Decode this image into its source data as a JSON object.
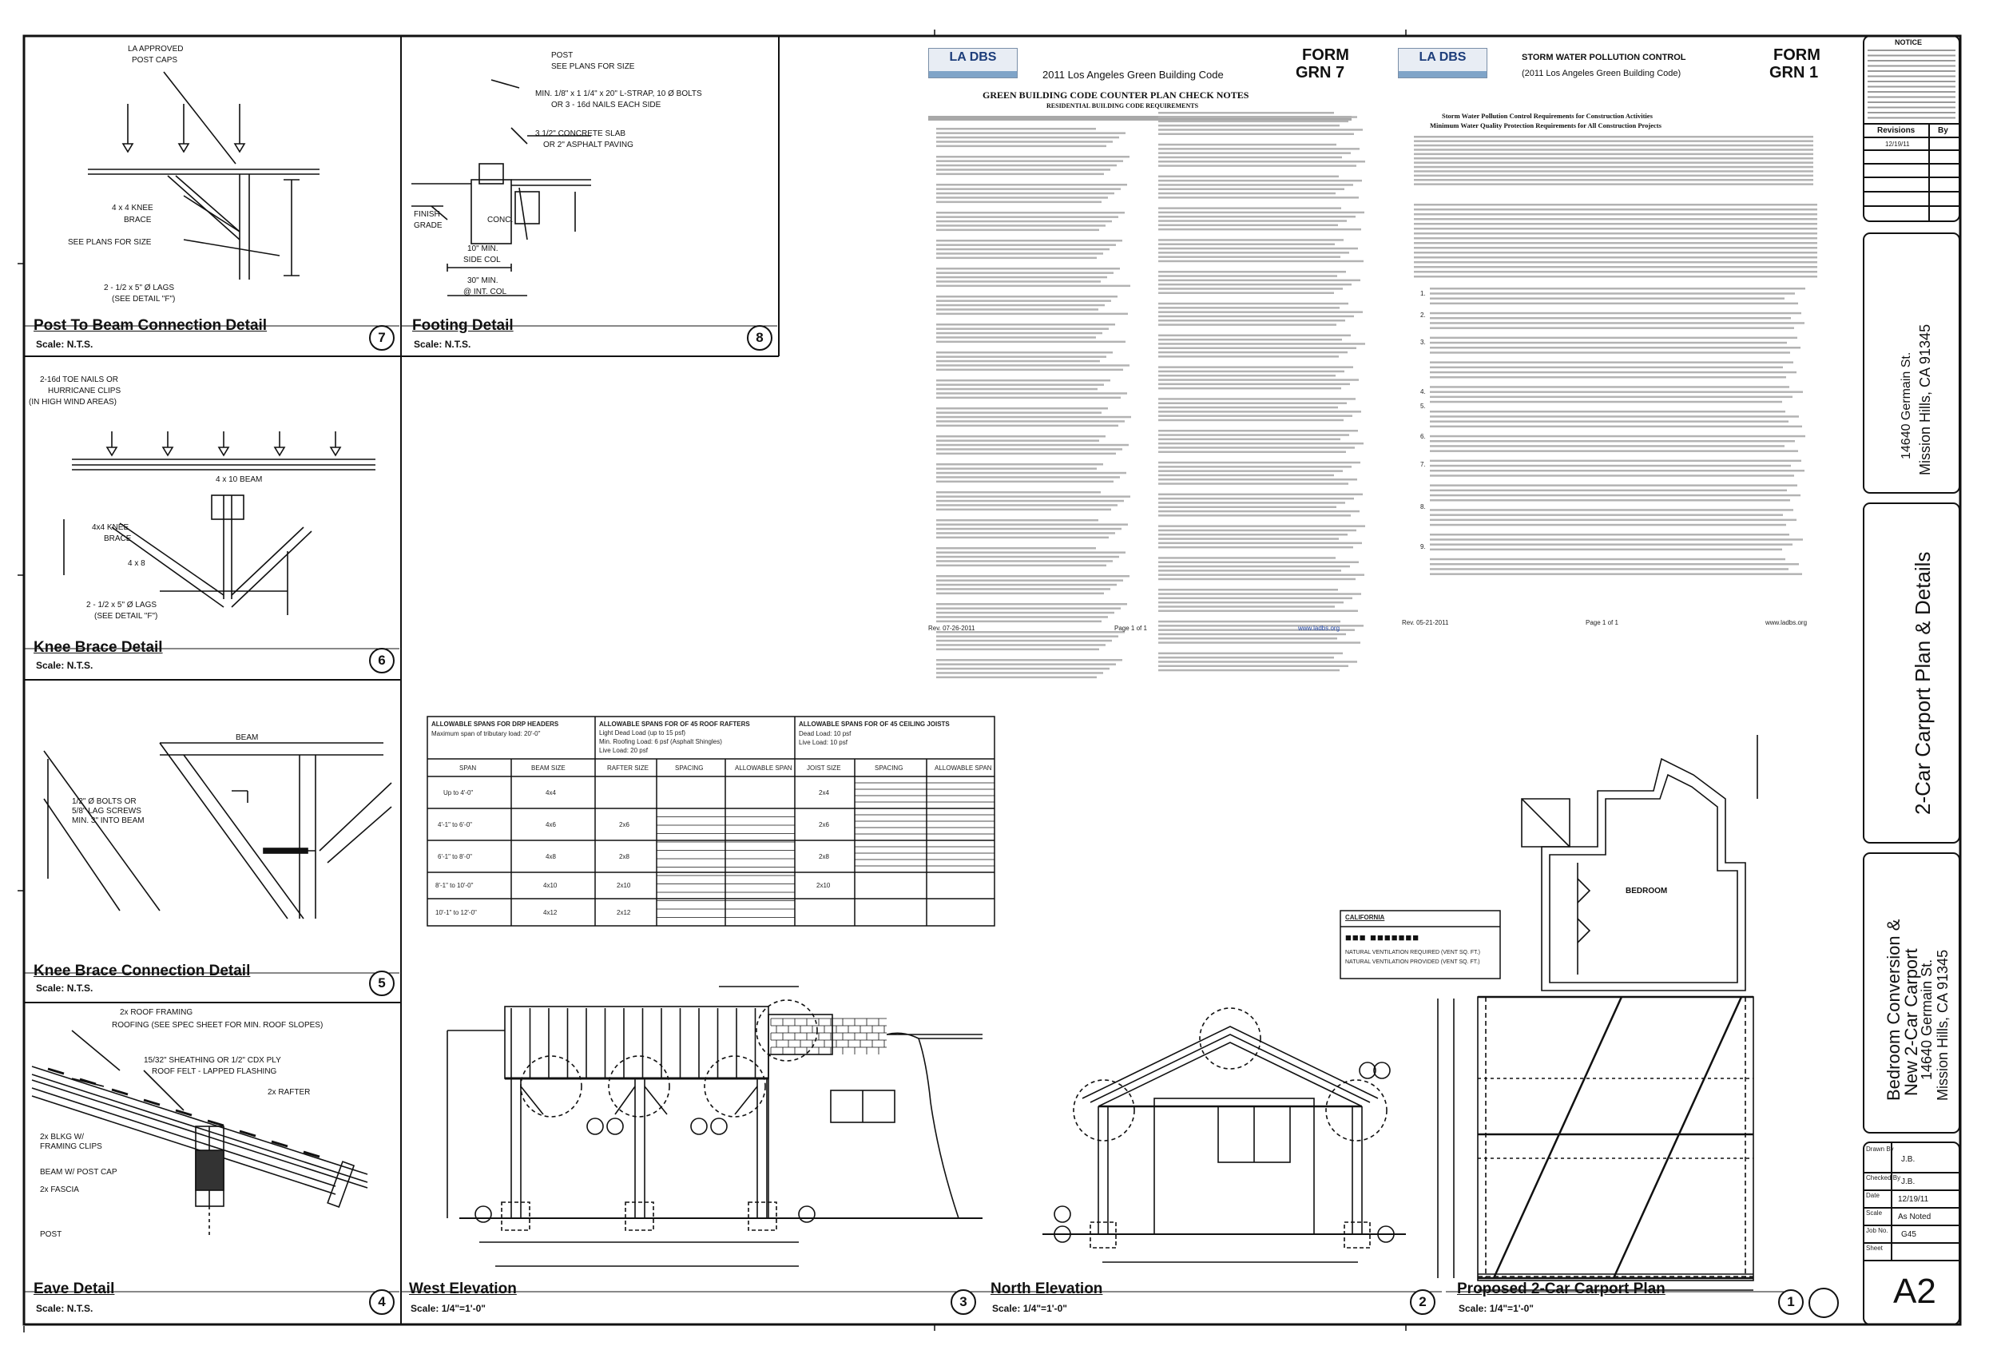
{
  "details": {
    "d7": {
      "title": "Post To Beam Connection Detail",
      "scale": "Scale: N.T.S.",
      "num": "7",
      "notes": [
        "LA APPROVED",
        "POST CAPS",
        "4 x 4 KNEE",
        "BRACE",
        "SEE PLANS FOR SIZE",
        "2 - 1/2 x 5\" Ø LAGS",
        "(SEE DETAIL \"F\")"
      ]
    },
    "d8": {
      "title": "Footing Detail",
      "scale": "Scale: N.T.S.",
      "num": "8",
      "notes": [
        "POST",
        "SEE PLANS FOR SIZE",
        "MIN. 1/8\" x 1 1/4\" x 20\" L-STRAP, 10 Ø BOLTS",
        "OR  3 - 16d NAILS EACH SIDE",
        "3 1/2\" CONCRETE SLAB",
        "OR 2\" ASPHALT PAVING",
        "FINISH",
        "GRADE",
        "CONC.",
        "10\" MIN.",
        "SIDE COL",
        "30\" MIN.",
        "@ INT. COL"
      ]
    },
    "d6": {
      "title": "Knee Brace Detail",
      "scale": "Scale: N.T.S.",
      "num": "6",
      "notes": [
        "2-16d TOE NAILS OR",
        "HURRICANE CLIPS",
        "(IN HIGH WIND AREAS)",
        "4 x 10 BEAM",
        "4x4 KNEE",
        "BRACE",
        "4 x 8",
        "2 - 1/2 x 5\" Ø LAGS",
        "(SEE DETAIL \"F\")"
      ]
    },
    "d5": {
      "title": "Knee Brace Connection Detail",
      "scale": "Scale: N.T.S.",
      "num": "5",
      "notes": [
        "BEAM",
        "1/2\" Ø BOLTS OR",
        "5/8\" LAG SCREWS",
        "MIN. 3\" INTO BEAM"
      ]
    },
    "d4": {
      "title": "Eave Detail",
      "scale": "Scale: N.T.S.",
      "num": "4",
      "notes": [
        "2x ROOF FRAMING",
        "ROOFING (SEE SPEC SHEET FOR MIN. ROOF SLOPES)",
        "15/32\" SHEATHING OR 1/2\" CDX PLY",
        "ROOF FELT - LAPPED FLASHING",
        "2x RAFTER",
        "2x BLKG W/",
        "FRAMING CLIPS",
        "BEAM W/ POST CAP",
        "2x FASCIA",
        "POST"
      ]
    },
    "d3": {
      "title": "West Elevation",
      "scale": "Scale: 1/4\"=1'-0\"",
      "num": "3"
    },
    "d2": {
      "title": "North Elevation",
      "scale": "Scale: 1/4\"=1'-0\"",
      "num": "2"
    },
    "d1": {
      "title": "Proposed 2-Car Carport Plan",
      "scale": "Scale: 1/4\"=1'-0\"",
      "num": "1",
      "room": "BEDROOM"
    }
  },
  "grn7": {
    "logo": "LA DBS",
    "form": "FORM",
    "form_code": "GRN 7",
    "subtitle": "2011 Los Angeles Green Building Code",
    "title": "GREEN BUILDING CODE COUNTER PLAN CHECK NOTES",
    "subtitle2": "RESIDENTIAL BUILDING CODE REQUIREMENTS",
    "footer_left": "Rev. 07-26-2011",
    "footer_mid": "Page 1 of 1",
    "footer_right": "www.ladbs.org"
  },
  "grn1": {
    "logo": "LA DBS",
    "heading": "STORM WATER POLLUTION CONTROL",
    "subheading": "(2011 Los Angeles Green Building Code)",
    "form": "FORM",
    "form_code": "GRN 1",
    "title1": "Storm Water Pollution Control Requirements for Construction Activities",
    "title2": "Minimum Water Quality Protection Requirements for All Construction Projects",
    "footer_left": "Rev. 05-21-2011",
    "footer_mid": "Page 1 of 1",
    "footer_right": "www.ladbs.org",
    "items": [
      "1.",
      "2.",
      "3.",
      "4.",
      "5.",
      "6.",
      "7.",
      "8.",
      "9."
    ]
  },
  "span_table": {
    "h1": "ALLOWABLE SPANS FOR DRP HEADERS",
    "h1b": "Maximum span of tributary load: 20'-0\"",
    "h2": "ALLOWABLE SPANS FOR OF 45 ROOF RAFTERS",
    "h2b": "Light Dead Load (up to 15 psf)",
    "h2c": "Min. Roofing Load: 6 psf (Asphalt Shingles)",
    "h2d": "Live Load: 20 psf",
    "h3": "ALLOWABLE SPANS FOR OF 45 CEILING JOISTS",
    "h3b": "Dead Load: 10 psf",
    "h3c": "Live Load: 10 psf",
    "cols": [
      "SPAN",
      "BEAM SIZE",
      "RAFTER SIZE",
      "SPACING",
      "ALLOWABLE SPAN",
      "JOIST SIZE",
      "SPACING",
      "ALLOWABLE SPAN"
    ],
    "spans": [
      "Up to 4'-0\"",
      "4'-1\" to 6'-0\"",
      "6'-1\" to 8'-0\"",
      "8'-1\" to 10'-0\"",
      "10'-1\" to 12'-0\""
    ],
    "beams": [
      "4x4",
      "4x6",
      "4x8",
      "4x10",
      "4x12"
    ],
    "rafters": [
      "",
      "2x6",
      "2x8",
      "2x10",
      "2x12"
    ],
    "joists": [
      "2x4",
      "2x6",
      "2x8",
      "2x10"
    ]
  },
  "legend": {
    "title": "CALIFORNIA",
    "line1": "NATURAL VENTILATION REQUIRED (VENT SQ. FT.)",
    "line2": "NATURAL VENTILATION PROVIDED (VENT SQ. FT.)"
  },
  "titleblock": {
    "notice": "NOTICE",
    "revisions": "Revisions",
    "by": "By",
    "rev_date": "12/19/11",
    "address_line1": "14640 Germain St.",
    "address_line2": "Mission Hills, CA 91345",
    "sheet_desc": "2-Car Carport Plan & Details",
    "project_line1": "Bedroom Conversion &",
    "project_line2": "New 2-Car Carport",
    "project_line3": "14640 Germain St.",
    "project_line4": "Mission Hills, CA 91345",
    "drawn_label": "Drawn By",
    "drawn": "J.B.",
    "checked_label": "Checked By",
    "checked": "J.B.",
    "date_label": "Date",
    "date": "12/19/11",
    "scale_label": "Scale",
    "scale": "As Noted",
    "job_label": "Job No.",
    "job": "G45",
    "sheet_label": "Sheet",
    "sheet": "A2"
  }
}
